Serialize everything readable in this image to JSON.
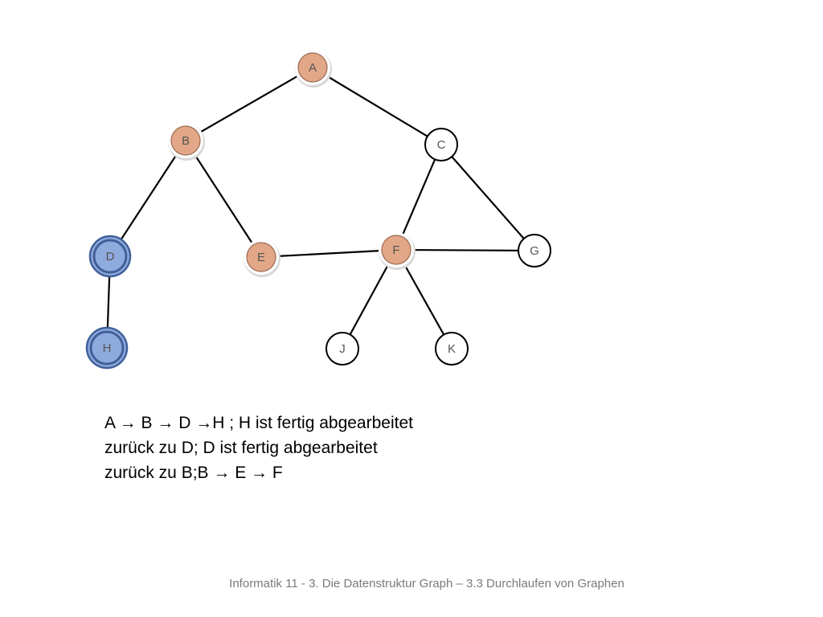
{
  "colors": {
    "visited": "#e2a787",
    "visited_stroke": "#9a6a52",
    "finished": "#8faadc",
    "finished_stroke": "#41609a",
    "unvisited": "#ffffff",
    "edge": "#000000"
  },
  "graph": {
    "nodes": [
      {
        "id": "A",
        "label": "A",
        "state": "visited"
      },
      {
        "id": "B",
        "label": "B",
        "state": "visited"
      },
      {
        "id": "C",
        "label": "C",
        "state": "unvisited"
      },
      {
        "id": "D",
        "label": "D",
        "state": "finished"
      },
      {
        "id": "E",
        "label": "E",
        "state": "visited"
      },
      {
        "id": "F",
        "label": "F",
        "state": "visited"
      },
      {
        "id": "G",
        "label": "G",
        "state": "unvisited"
      },
      {
        "id": "H",
        "label": "H",
        "state": "finished"
      },
      {
        "id": "J",
        "label": "J",
        "state": "unvisited"
      },
      {
        "id": "K",
        "label": "K",
        "state": "unvisited"
      }
    ],
    "edges": [
      [
        "A",
        "B"
      ],
      [
        "A",
        "C"
      ],
      [
        "B",
        "D"
      ],
      [
        "B",
        "E"
      ],
      [
        "C",
        "F"
      ],
      [
        "C",
        "G"
      ],
      [
        "D",
        "H"
      ],
      [
        "E",
        "F"
      ],
      [
        "F",
        "G"
      ],
      [
        "F",
        "J"
      ],
      [
        "F",
        "K"
      ]
    ]
  },
  "steps": {
    "line1": "A  → B  → D →H ; H ist fertig abgearbeitet",
    "line2": "zurück zu D; D ist fertig abgearbeitet",
    "line3": "zurück zu B;B  → E  → F"
  },
  "footer": "Informatik 11 - 3. Die Datenstruktur Graph – 3.3 Durchlaufen von Graphen"
}
